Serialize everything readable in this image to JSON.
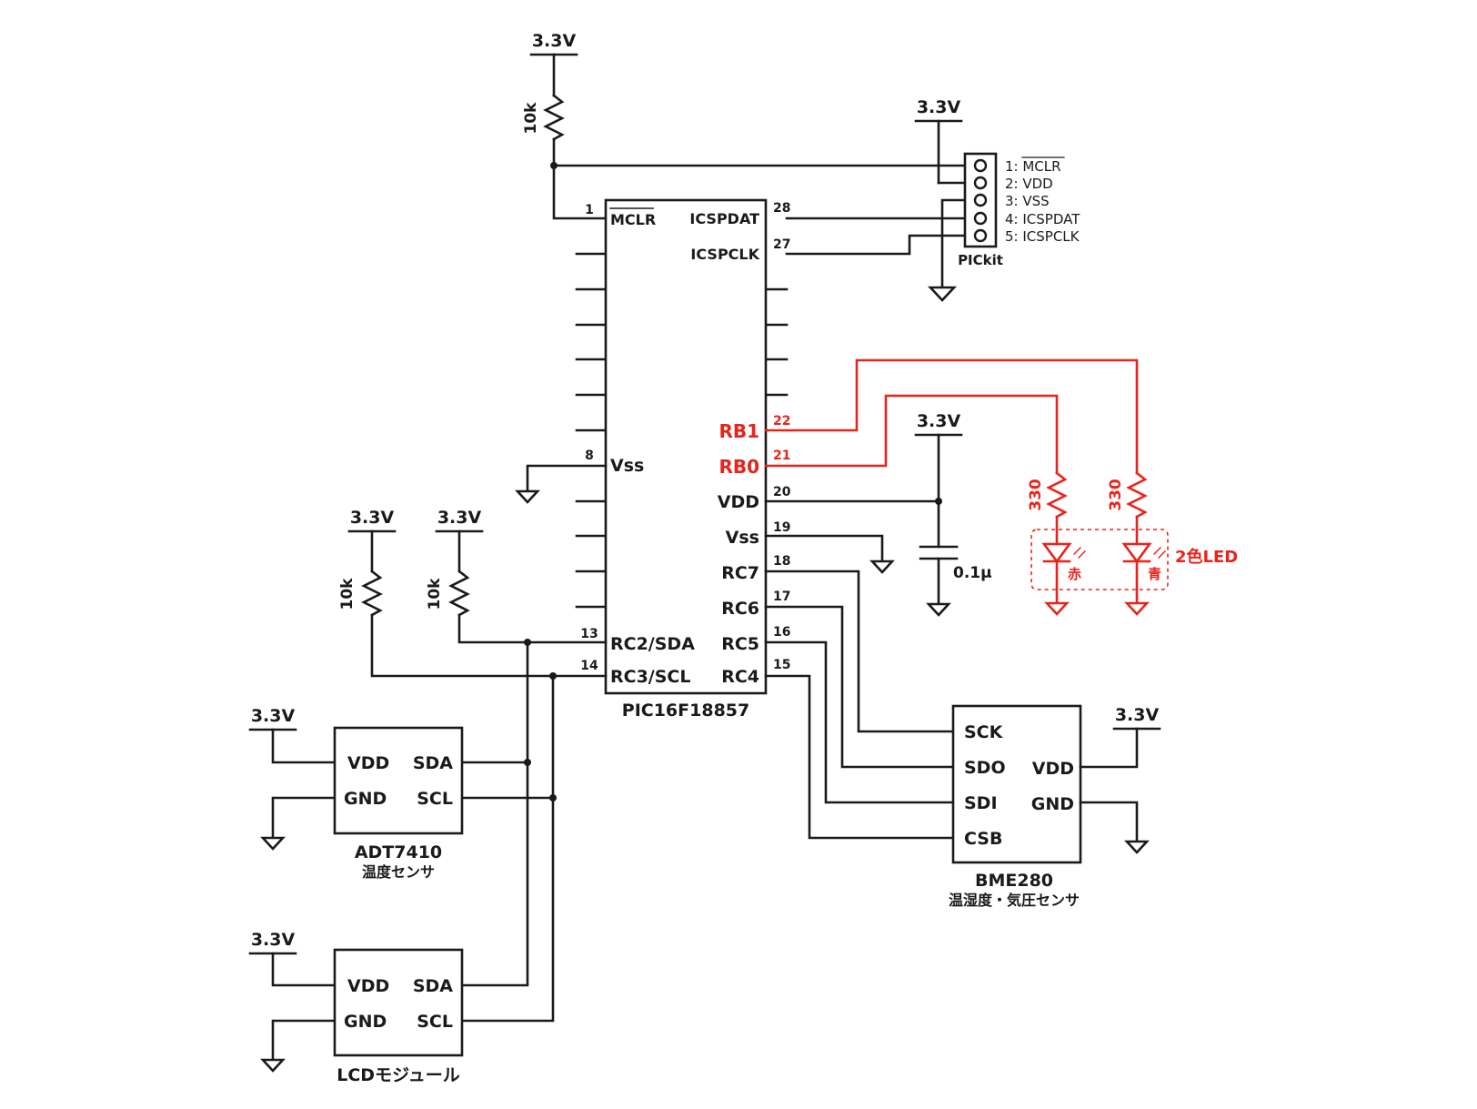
{
  "rails": {
    "vcc": "3.3V"
  },
  "mcu": {
    "name": "PIC16F18857",
    "left_pins": [
      {
        "num": "1",
        "name": "MCLR"
      },
      {
        "num": "8",
        "name": "Vss"
      },
      {
        "num": "13",
        "name": "RC2/SDA"
      },
      {
        "num": "14",
        "name": "RC3/SCL"
      }
    ],
    "right_pins": [
      {
        "num": "28",
        "name": "ICSPDAT"
      },
      {
        "num": "27",
        "name": "ICSPCLK"
      },
      {
        "num": "22",
        "name": "RB1"
      },
      {
        "num": "21",
        "name": "RB0"
      },
      {
        "num": "20",
        "name": "VDD"
      },
      {
        "num": "19",
        "name": "Vss"
      },
      {
        "num": "18",
        "name": "RC7"
      },
      {
        "num": "17",
        "name": "RC6"
      },
      {
        "num": "16",
        "name": "RC5"
      },
      {
        "num": "15",
        "name": "RC4"
      }
    ]
  },
  "pickit": {
    "name": "PICkit",
    "pins": [
      "1: MCLR",
      "2: VDD",
      "3: VSS",
      "4: ICSPDAT",
      "5: ICSPCLK"
    ]
  },
  "resistors": {
    "pullup": "10k",
    "led": "330"
  },
  "capacitor": {
    "value": "0.1μ"
  },
  "led": {
    "label": "2色LED",
    "red": "赤",
    "blue": "青"
  },
  "adt7410": {
    "name": "ADT7410",
    "desc": "温度センサ",
    "pins": [
      "VDD",
      "GND",
      "SDA",
      "SCL"
    ]
  },
  "lcd": {
    "name": "LCDモジュール",
    "pins": [
      "VDD",
      "GND",
      "SDA",
      "SCL"
    ]
  },
  "bme280": {
    "name": "BME280",
    "desc": "温湿度・気圧センサ",
    "left_pins": [
      "SCK",
      "SDO",
      "SDI",
      "CSB"
    ],
    "right_pins": [
      "VDD",
      "GND"
    ]
  },
  "colors": {
    "wire": "#1a1a1a",
    "led_net": "#e8231b",
    "background": "#ffffff"
  }
}
